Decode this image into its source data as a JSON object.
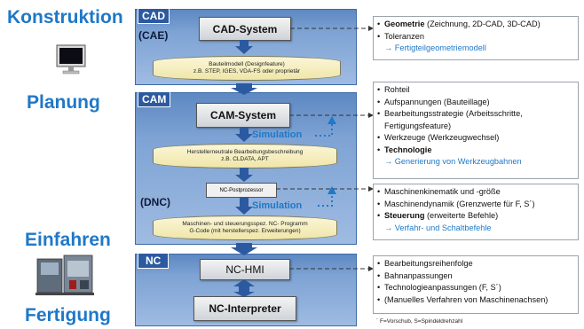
{
  "phases": {
    "konstruktion": "Konstruktion",
    "planung": "Planung",
    "einfahren": "Einfahren",
    "fertigung": "Fertigung"
  },
  "cad": {
    "tag": "CAD",
    "sub": "(CAE)",
    "system": "CAD-System",
    "model_line1": "Bauteilmodell (Designfeature)",
    "model_line2": "z.B. STEP, IGES, VDA-FS oder proprietär"
  },
  "cam": {
    "tag": "CAM",
    "system": "CAM-System",
    "simulation1": "Simulation",
    "model_line1": "Herstellerneutrale Bearbeitungsbeschreibung",
    "model_line2": "z.B. CLDATA, APT",
    "dnc": "(DNC)",
    "postprocessor": "NC-Postprozessor",
    "simulation2": "Simulation",
    "program_line1": "Maschinen- und steuerungsspez. NC- Programm",
    "program_line2": "G-Code (mit herstellerspez. Erweiterungen)"
  },
  "nc": {
    "tag": "NC",
    "hmi": "NC-HMI",
    "interpreter": "NC-Interpreter"
  },
  "info_cad": {
    "r1_bold": "Geometrie",
    "r1_rest": " (Zeichnung, 2D-CAD, 3D-CAD)",
    "r2": "Toleranzen",
    "r3": "→ Fertigteilgeometriemodell"
  },
  "info_cam": {
    "r1": "Rohteil",
    "r2": "Aufspannungen (Bauteillage)",
    "r3": "Bearbeitungsstrategie (Arbeitsschritte,",
    "r4": "Fertigungsfeature)",
    "r5": "Werkzeuge (Werkzeugwechsel)",
    "r6": "Technologie",
    "r7": "→ Generierung von Werkzeugbahnen"
  },
  "info_dnc": {
    "r1": "Maschinenkinematik und -größe",
    "r2": "Maschinendynamik (Grenzwerte für F, S´)",
    "r3_bold": "Steuerung",
    "r3_rest": " (erweiterte Befehle)",
    "r4": "→ Verfahr- und Schaltbefehle"
  },
  "info_nc": {
    "r1": "Bearbeitungsreihenfolge",
    "r2": "Bahnanpassungen",
    "r3": "Technologieanpassungen (F, S´)",
    "r4": "(Manuelles Verfahren von Maschinenachsen)"
  },
  "footnote": "´ F=Vorschub, S=Spindeldrehzahl",
  "colors": {
    "phase_blue": "#1f78c8",
    "section_blue": "#7ea3d4",
    "tag_blue": "#2c5aa0",
    "arrow_blue": "#2c5aa0"
  }
}
